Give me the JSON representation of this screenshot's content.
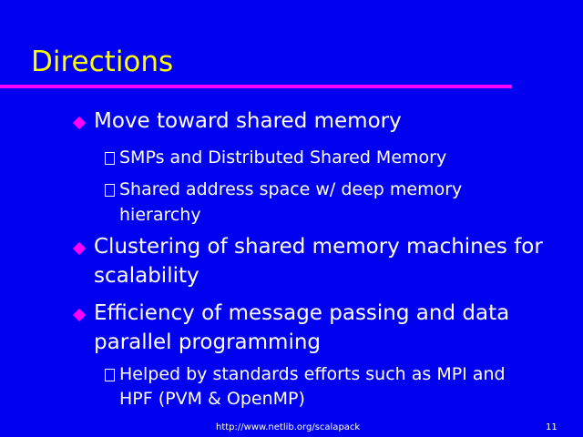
{
  "title": "Directions",
  "bullets": [
    {
      "lines": [
        "Move toward shared memory"
      ],
      "subs": [
        {
          "lines": [
            "SMPs and Distributed Shared Memory"
          ]
        },
        {
          "lines": [
            "Shared address space w/ deep memory",
            "hierarchy"
          ]
        }
      ]
    },
    {
      "lines": [
        "Clustering of shared memory machines for",
        "scalability"
      ]
    },
    {
      "lines": [
        "Efficiency of message passing and data",
        "parallel programming"
      ],
      "subs": [
        {
          "lines": [
            "Helped by standards efforts such as MPI and",
            "HPF (PVM & OpenMP)"
          ]
        }
      ]
    }
  ],
  "footer": {
    "url": "http://www.netlib.org/scalapack",
    "page": "11"
  },
  "colors": {
    "background": "#0000f0",
    "title": "#ffff00",
    "accent": "#ff00ff"
  }
}
